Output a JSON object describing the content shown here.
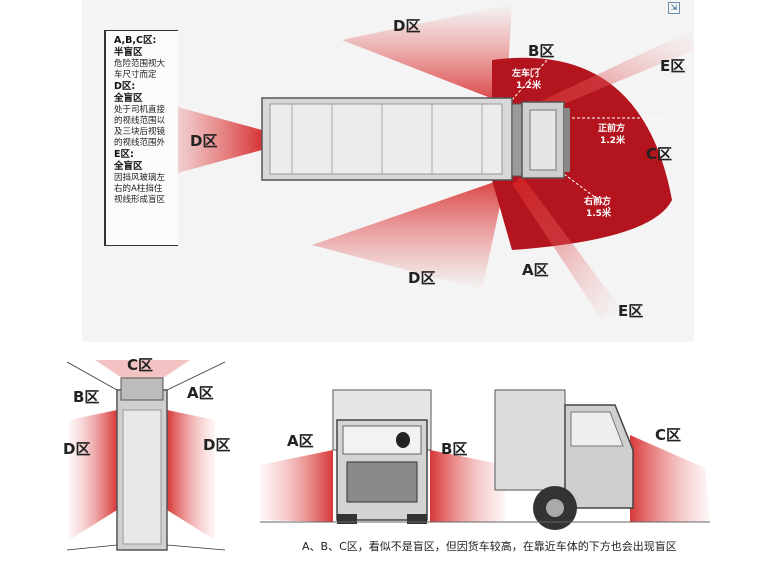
{
  "top": {
    "zones": {
      "d_top": "D区",
      "d_left": "D区",
      "d_bottom": "D区",
      "b": "B区",
      "e_top": "E区",
      "c": "C区",
      "a": "A区",
      "e_bottom": "E区"
    },
    "measurements": {
      "left_door_label": "左车门",
      "left_door_value": "1.2米",
      "front_label": "正前方",
      "front_value": "1.2米",
      "right_front_label": "右前方",
      "right_front_value": "1.5米"
    },
    "legend": {
      "abc_title": "A,B,C区:",
      "abc_sub": "半盲区",
      "abc_line1": "危险范围视大",
      "abc_line2": "车尺寸而定",
      "d_title": "D区:",
      "d_sub": "全盲区",
      "d_line1": "处于司机直接",
      "d_line2": "的视线范围以",
      "d_line3": "及三块后视镜",
      "d_line4": "的视线范围外",
      "e_title": "E区:",
      "e_sub": "全盲区",
      "e_line1": "因挡风玻璃左",
      "e_line2": "右的A柱挡住",
      "e_line3": "视线形成盲区"
    }
  },
  "bottom": {
    "topview": {
      "c": "C区",
      "b": "B区",
      "a": "A区",
      "d_left": "D区",
      "d_right": "D区"
    },
    "frontview": {
      "a": "A区",
      "b": "B区"
    },
    "sideview": {
      "c": "C区"
    },
    "caption": "A、B、C区，看似不是盲区，但因货车较高，在靠近车体的下方也会出现盲区"
  },
  "colors": {
    "zone_red": "#b3141e",
    "fade_red": "#e85555",
    "truck_grey": "#c9c9c9"
  },
  "icons": [
    "expand-icon",
    "expand-icon"
  ]
}
